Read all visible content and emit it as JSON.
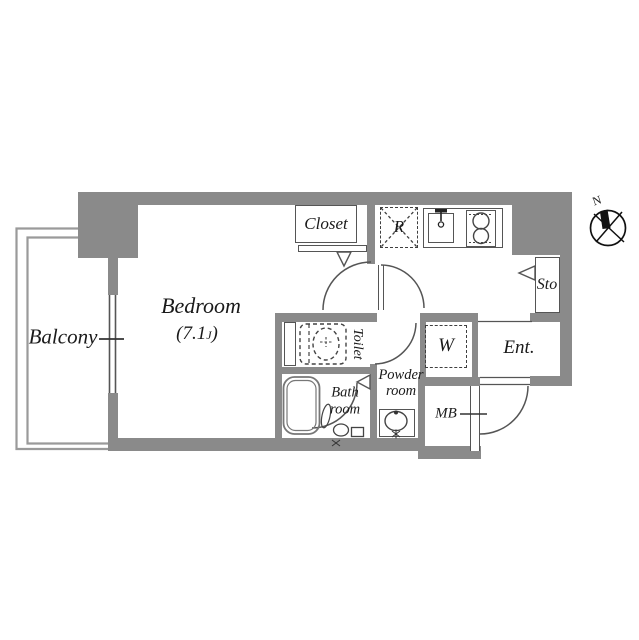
{
  "colors": {
    "wall": "#8a8a8a",
    "thin_line": "#555555",
    "text": "#1a1a1a",
    "background": "#ffffff"
  },
  "rooms": {
    "balcony": {
      "label": "Balcony"
    },
    "bedroom": {
      "label": "Bedroom",
      "size_open": "(7.1",
      "size_unit": "J",
      "size_close": ")"
    },
    "closet": {
      "label": "Closet"
    },
    "refrigerator_space": {
      "label": "R"
    },
    "storage": {
      "label": "Sto"
    },
    "washer_space": {
      "label": "W"
    },
    "entrance": {
      "label": "Ent."
    },
    "meter_box": {
      "label": "MB"
    },
    "toilet": {
      "label": "Toilet"
    },
    "powder_room": {
      "label_line1": "Powder",
      "label_line2": "room"
    },
    "bath_room": {
      "label_line1": "Bath",
      "label_line2": "room"
    }
  },
  "compass": {
    "north_label": "N"
  }
}
